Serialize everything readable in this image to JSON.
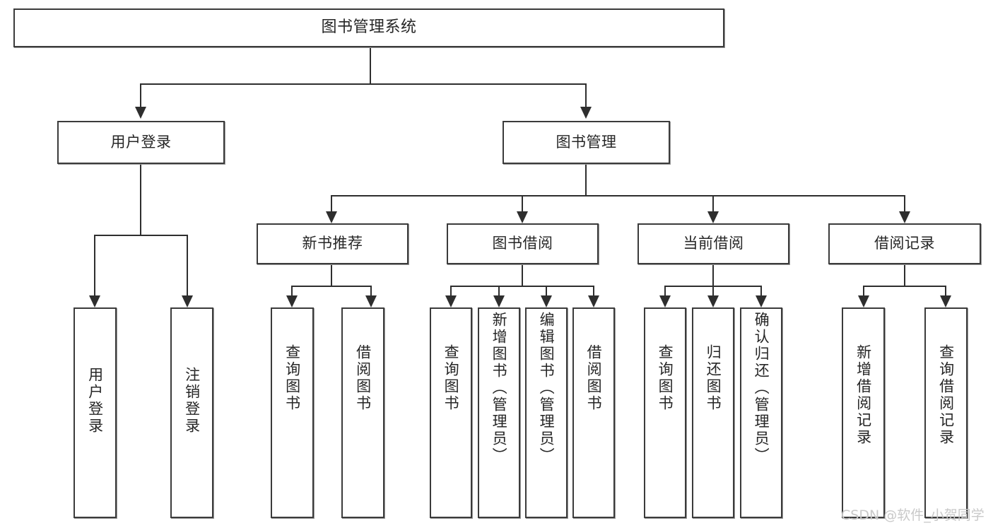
{
  "diagram": {
    "title": "图书管理系统",
    "root": {
      "label": "图书管理系统"
    },
    "level2": [
      {
        "label": "用户登录"
      },
      {
        "label": "图书管理"
      }
    ],
    "level3": [
      {
        "label": "新书推荐"
      },
      {
        "label": "图书借阅"
      },
      {
        "label": "当前借阅"
      },
      {
        "label": "借阅记录"
      }
    ],
    "leaves": {
      "user_login": [
        {
          "label": "用户登录"
        },
        {
          "label": "注销登录"
        }
      ],
      "new_book_recommend": [
        {
          "label": "查询图书"
        },
        {
          "label": "借阅图书"
        }
      ],
      "book_borrow": [
        {
          "label": "查询图书"
        },
        {
          "label": "新增图书（管理员）"
        },
        {
          "label": "编辑图书（管理员）"
        },
        {
          "label": "借阅图书"
        }
      ],
      "current_borrow": [
        {
          "label": "查询图书"
        },
        {
          "label": "归还图书"
        },
        {
          "label": "确认归还（管理员）"
        }
      ],
      "borrow_record": [
        {
          "label": "新增借阅记录"
        },
        {
          "label": "查询借阅记录"
        }
      ]
    }
  },
  "watermark": {
    "text": "CSDN @软件_小贺同学"
  },
  "colors": {
    "box_border": "#3b3b3b",
    "line": "#2e2e2e",
    "text": "#262626",
    "background": "#ffffff",
    "watermark": "#c9c9c9"
  }
}
